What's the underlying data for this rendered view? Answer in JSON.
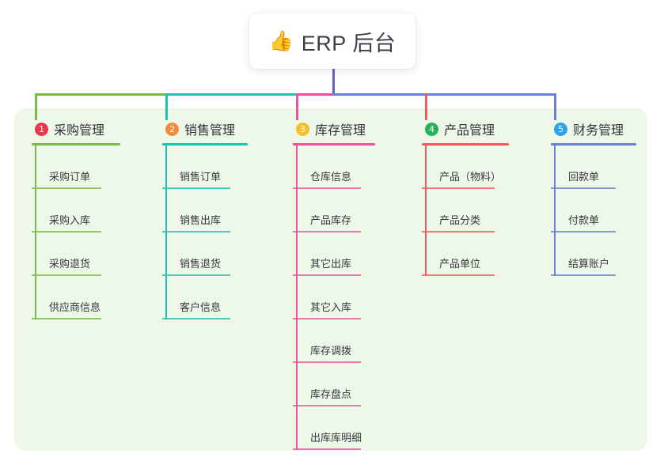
{
  "root": {
    "icon": "thumbs-up-icon",
    "emoji": "👍",
    "title": "ERP 后台"
  },
  "palette": {
    "panel_bg": "#eef8e8",
    "page_bg": "#ffffff",
    "root_stem": "#5f63c4",
    "text": "#2f3338",
    "branch_1": "#7db94a",
    "branch_2": "#21bfb0",
    "branch_3": "#e8559a",
    "branch_4": "#f4595b",
    "branch_5": "#6b7ed4",
    "badge_1": "#e8384f",
    "badge_2": "#f58a3c",
    "badge_3": "#f5bf2b",
    "badge_4": "#23b356",
    "badge_5": "#2aa3e8"
  },
  "branches": [
    {
      "number": "1",
      "title": "采购管理",
      "line_color": "#7db94a",
      "badge_color": "#e8384f",
      "items": [
        "采购订单",
        "采购入库",
        "采购退货",
        "供应商信息"
      ]
    },
    {
      "number": "2",
      "title": "销售管理",
      "line_color": "#21bfb0",
      "badge_color": "#f58a3c",
      "items": [
        "销售订单",
        "销售出库",
        "销售退货",
        "客户信息"
      ]
    },
    {
      "number": "3",
      "title": "库存管理",
      "line_color": "#e8559a",
      "badge_color": "#f5bf2b",
      "items": [
        "仓库信息",
        "产品库存",
        "其它出库",
        "其它入库",
        "库存调拨",
        "库存盘点",
        "出库库明细"
      ]
    },
    {
      "number": "4",
      "title": "产品管理",
      "line_color": "#f4595b",
      "badge_color": "#23b356",
      "items": [
        "产品（物料）",
        "产品分类",
        "产品单位"
      ]
    },
    {
      "number": "5",
      "title": "财务管理",
      "line_color": "#6b7ed4",
      "badge_color": "#2aa3e8",
      "items": [
        "回款单",
        "付款单",
        "结算账户"
      ]
    }
  ]
}
